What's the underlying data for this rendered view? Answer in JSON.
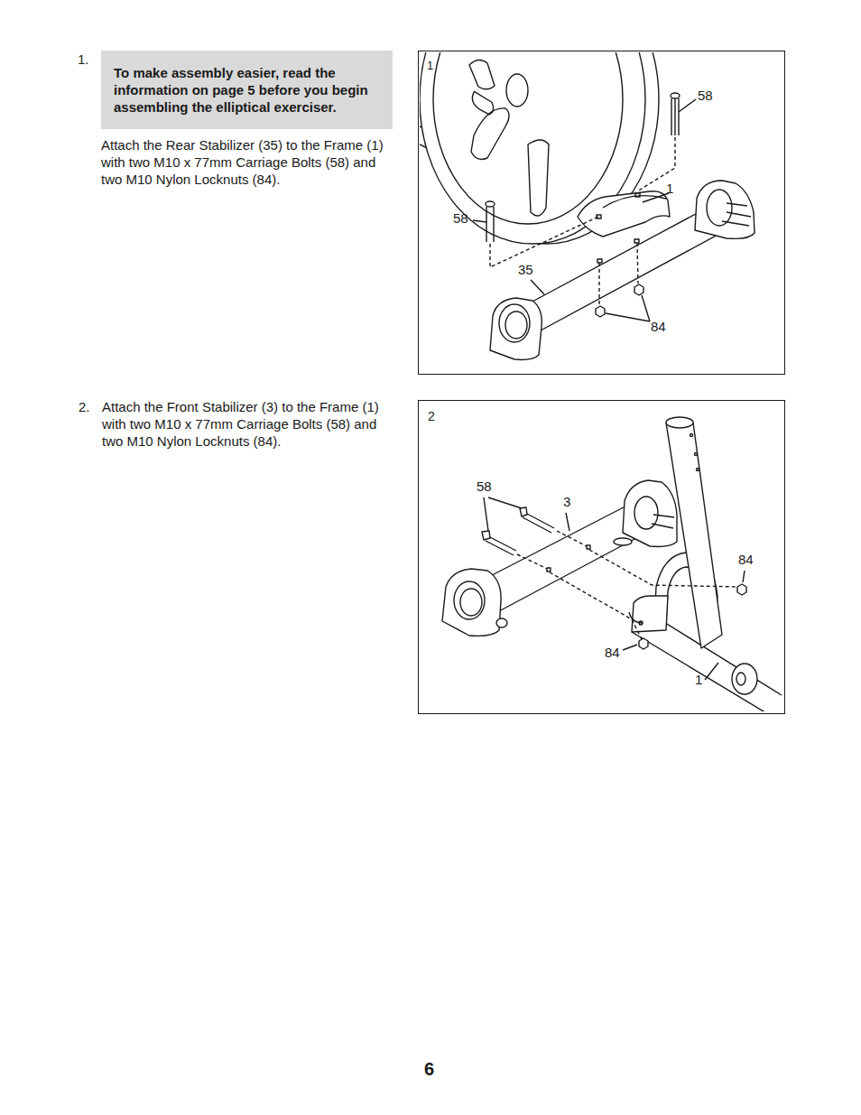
{
  "diagram": {
    "nodes": [
      {
        "text": [
          "To make assembly easier, read the information on page 5 before you begin assembling the elliptical exerciser."
        ]
      },
      {
        "text": [
          "1"
        ]
      },
      {
        "text": [
          "2"
        ]
      }
    ],
    "labels": [
      "1.",
      "Attach the Rear Stabilizer (35) to the Frame (1) with two M10 x 77mm Carriage Bolts (58) and two M10 Nylon Locknuts (84).",
      "58",
      "1",
      "58",
      "35",
      "84",
      "2.",
      "Attach the Front Stabilizer (3) to the Frame (1) with two M10 x 77mm Carriage Bolts (58) and two M10 Nylon Locknuts (84).",
      "58",
      "3",
      "84",
      "84",
      "1",
      "6"
    ]
  }
}
